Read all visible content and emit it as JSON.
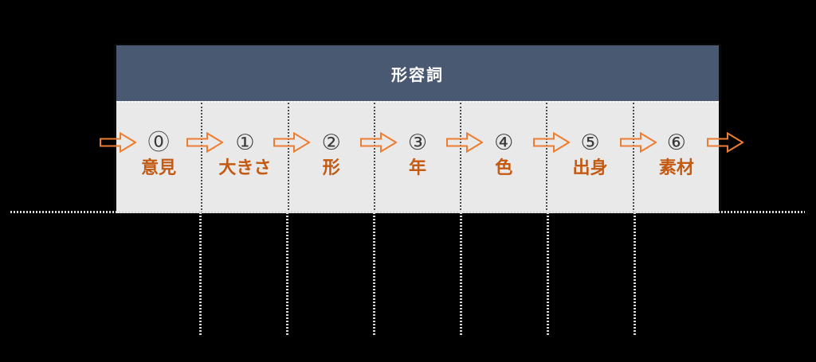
{
  "title": "形容詞",
  "columns": [
    {
      "number": "⓪",
      "label": "意見"
    },
    {
      "number": "①",
      "label": "大きさ"
    },
    {
      "number": "②",
      "label": "形"
    },
    {
      "number": "③",
      "label": "年"
    },
    {
      "number": "④",
      "label": "色"
    },
    {
      "number": "⑤",
      "label": "出身"
    },
    {
      "number": "⑥",
      "label": "素材"
    }
  ],
  "icons": {
    "arrow": "right-block-arrow"
  },
  "colors": {
    "header_bg": "#4A5972",
    "header_text": "#FFFFFF",
    "cell_bg": "#E9E9E9",
    "number_text": "#3A3A3A",
    "label_text": "#C45911",
    "arrow_stroke": "#ED7D31",
    "dotted_line": "#D9D9D9",
    "background": "#000000"
  }
}
